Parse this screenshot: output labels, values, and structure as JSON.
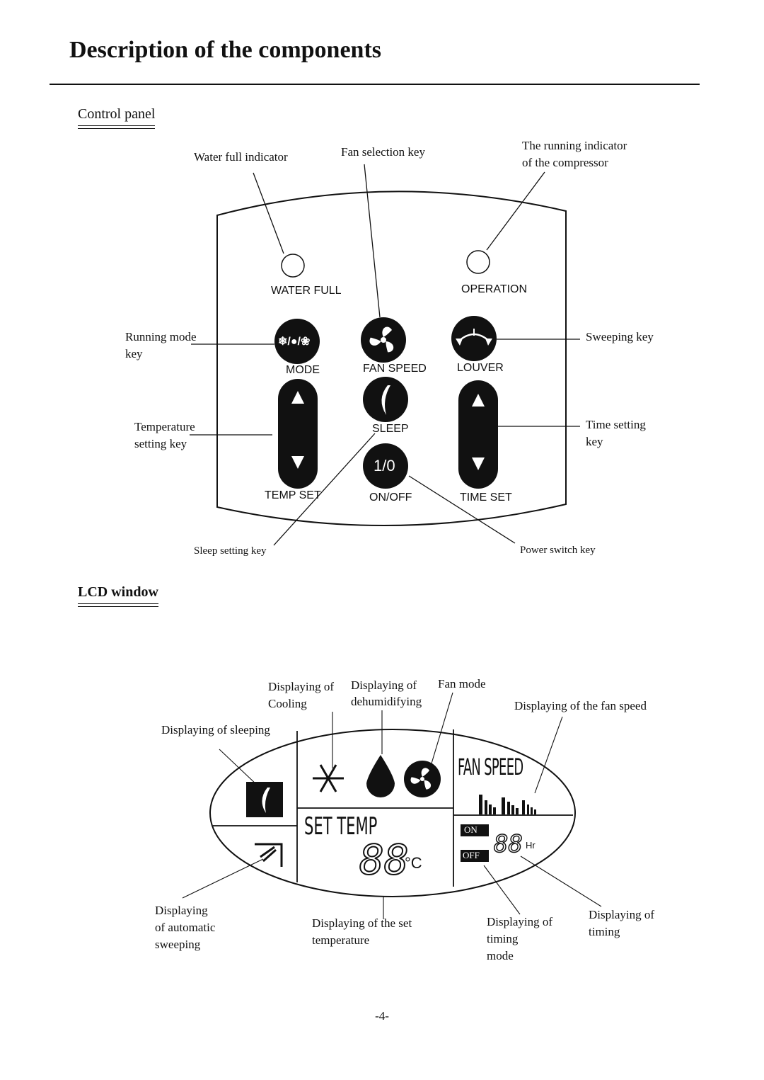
{
  "heading": "Description of the components",
  "control_panel": {
    "section_label": "Control panel",
    "callouts": {
      "water_full_indicator": "Water full indicator",
      "fan_selection_key": "Fan  selection key",
      "running_indicator_line1": "The running indicator",
      "running_indicator_line2": "of the compressor",
      "running_mode_line1": "Running mode",
      "running_mode_line2": "key",
      "temperature_line1": "Temperature",
      "temperature_line2": "setting key",
      "sweeping_key": "Sweeping key",
      "time_setting_line1": "Time setting",
      "time_setting_line2": "key",
      "sleep_setting_key": "Sleep setting key",
      "power_switch_key": "Power switch key"
    },
    "panel_labels": {
      "water_full": "WATER FULL",
      "operation": "OPERATION",
      "mode": "MODE",
      "fan_speed": "FAN SPEED",
      "louver": "LOUVER",
      "sleep": "SLEEP",
      "temp_set": "TEMP SET",
      "on_off": "ON/OFF",
      "time_set": "TIME SET",
      "power_symbol": "1/0",
      "mode_icons": "❄/●/❀"
    }
  },
  "lcd_window": {
    "section_label": "LCD window",
    "callouts": {
      "cooling_line1": "Displaying of",
      "cooling_line2": "Cooling",
      "dehumid_line1": "Displaying of",
      "dehumid_line2": "dehumidifying",
      "fan_mode": "Fan mode",
      "fan_speed_display": "Displaying of the fan speed",
      "sleeping": "Displaying of sleeping",
      "auto_sweep_line1": "Displaying",
      "auto_sweep_line2": "of automatic",
      "auto_sweep_line3": "sweeping",
      "set_temp_line1": "Displaying of the set",
      "set_temp_line2": "temperature",
      "timing_mode_line1": "Displaying of",
      "timing_mode_line2": "timing",
      "timing_mode_line3": "mode",
      "timing_line1": "Displaying of",
      "timing_line2": "timing"
    },
    "display_text": {
      "fan_speed": "FAN SPEED",
      "set_temp": "SET  TEMP",
      "digits": "88",
      "unit": "°C",
      "on": "ON",
      "off": "OFF",
      "hr": "Hr"
    }
  },
  "page_number": "-4-"
}
